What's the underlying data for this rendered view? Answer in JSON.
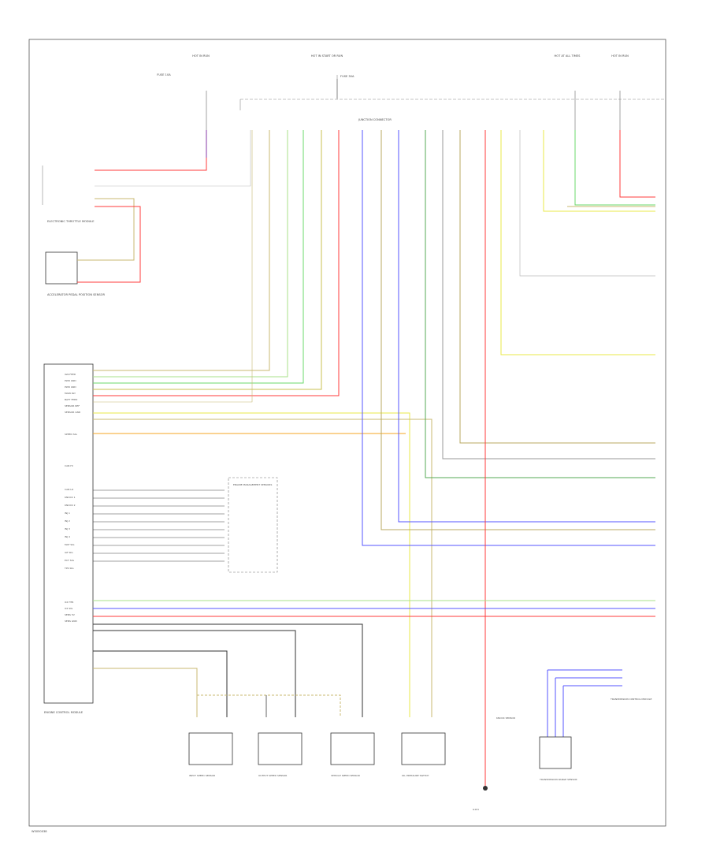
{
  "footer_code": "W3050038",
  "components": {
    "ecm_name": "ENGINE CONTROL MODULE",
    "hot_run_1": "HOT IN RUN",
    "hot_start": "HOT IN START OR RUN",
    "hot_at_all_times": "HOT AT ALL TIMES",
    "hot_run_2": "HOT IN RUN",
    "main_fuse_label": "FUSE 30A",
    "junction_label": "JUNCTION CONNECTOR",
    "left_fuse": "FUSE 10A",
    "sensor_module": "ELECTRONIC THROTTLE MODULE",
    "throttle_sensor": "ACCELERATOR PEDAL POSITION SENSOR",
    "engine_sensors_box": "ENGINE MANAGEMENT SENSORS",
    "trans_module": "TRANSMISSION CONTROL MODULE",
    "speed_sensor_1": "INPUT SPEED SENSOR",
    "speed_sensor_2": "OUTPUT SPEED SENSOR",
    "speed_sensor_3": "VEHICLE SPEED SENSOR",
    "oil_pressure": "OIL PRESSURE SWITCH",
    "ground": "G101",
    "knock": "KNOCK SENSOR",
    "transmission_range": "TRANSMISSION RANGE SENSOR"
  },
  "ecm_pins": [
    "IGN FEED",
    "PWR GND",
    "PWR GND",
    "MAIN RLY",
    "BATT FEED",
    "SENSOR REF",
    "SENSOR GND",
    "SPEED SIG",
    "CAN HI",
    "CAN LO",
    "KNOCK 1",
    "KNOCK 2",
    "INJ 1",
    "INJ 2",
    "INJ 3",
    "INJ 4",
    "MAF SIG",
    "IAT SIG",
    "ECT SIG",
    "TPS SIG",
    "O2 HTR",
    "O2 SIG",
    "SENS 5V",
    "SENS GND"
  ],
  "wire_colors": {
    "red": "#ff3b3b",
    "green": "#6bd96b",
    "yellow": "#e8e84a",
    "tan": "#c8b870",
    "blue": "#5555ff",
    "orange": "#f5a623",
    "gray": "#9a9a9a",
    "black": "#333333",
    "purple": "#9b59b6",
    "lightgreen": "#a8e08a"
  }
}
